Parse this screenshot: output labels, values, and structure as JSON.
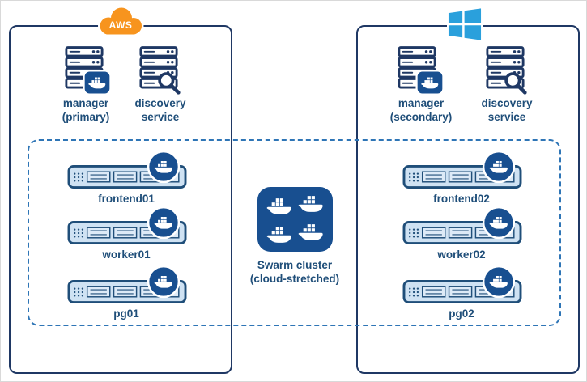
{
  "colors": {
    "box_outline": "#1f3864",
    "label_text": "#1f4e79",
    "docker_blue": "#184f90",
    "dashed_border": "#2e75b6",
    "rack_fill": "#cfe2f3",
    "aws_orange": "#f7941e",
    "windows_blue": "#2aa0dc"
  },
  "aws": {
    "label": "AWS"
  },
  "left": {
    "manager_line1": "manager",
    "manager_line2": "(primary)",
    "discovery_line1": "discovery",
    "discovery_line2": "service",
    "nodes": [
      "frontend01",
      "worker01",
      "pg01"
    ]
  },
  "right": {
    "manager_line1": "manager",
    "manager_line2": "(secondary)",
    "discovery_line1": "discovery",
    "discovery_line2": "service",
    "nodes": [
      "frontend02",
      "worker02",
      "pg02"
    ]
  },
  "swarm": {
    "line1": "Swarm cluster",
    "line2": "(cloud-stretched)"
  }
}
